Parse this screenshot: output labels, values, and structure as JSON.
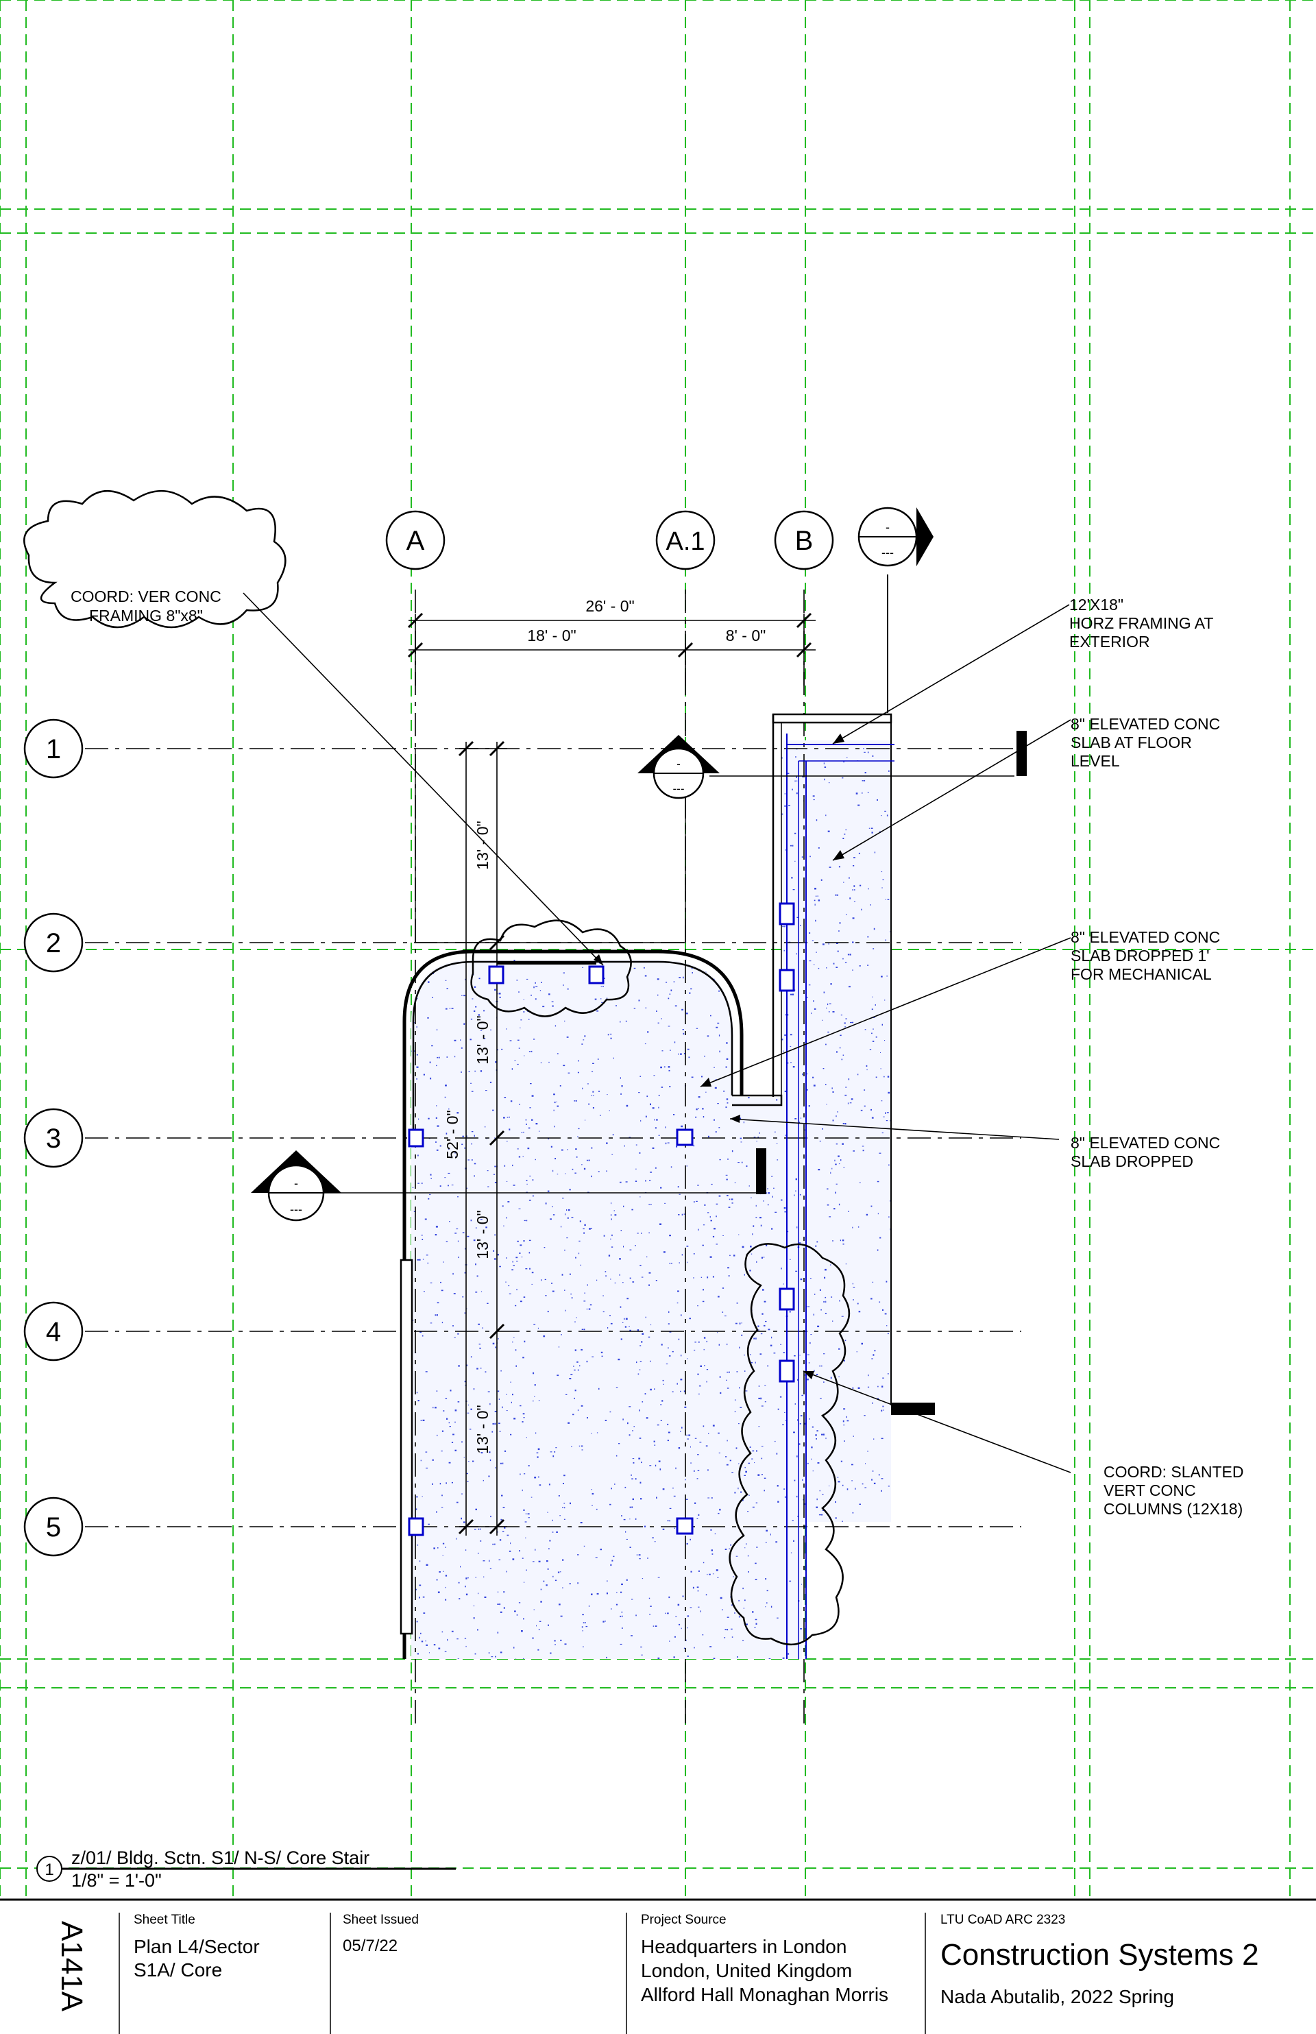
{
  "grid_columns": [
    {
      "label": "A"
    },
    {
      "label": "A.1"
    },
    {
      "label": "B"
    }
  ],
  "grid_rows": [
    {
      "label": "1"
    },
    {
      "label": "2"
    },
    {
      "label": "3"
    },
    {
      "label": "4"
    },
    {
      "label": "5"
    }
  ],
  "dimensions": {
    "overall": "26' - 0\"",
    "left_span": "18' - 0\"",
    "right_span": "8' - 0\"",
    "bay_1_2": "13' - 0\"",
    "bay_2_3": "13' - 0\"",
    "bay_3_4": "13' - 0\"",
    "bay_4_5": "13' - 0\"",
    "total_vertical": "52' - 0\""
  },
  "section_markers": {
    "top_right": {
      "top": "-",
      "bottom": "---"
    },
    "mid": {
      "top": "-",
      "bottom": "---"
    },
    "left": {
      "top": "-",
      "bottom": "---"
    }
  },
  "annotations": {
    "coord_ver_line1": "COORD: VER CONC",
    "coord_ver_line2": "FRAMING 8\"x8\"",
    "horz_framing": [
      "12'X18\"",
      "HORZ FRAMING AT",
      "EXTERIOR"
    ],
    "elevated_slab_floor": [
      "8\" ELEVATED CONC",
      "SLAB AT FLOOR",
      "LEVEL"
    ],
    "elevated_slab_dropped_mech": [
      "8\" ELEVATED CONC",
      "SLAB DROPPED 1'",
      "FOR MECHANICAL"
    ],
    "elevated_slab_dropped": [
      "8\" ELEVATED CONC",
      "SLAB DROPPED"
    ],
    "slanted_columns": [
      "COORD: SLANTED",
      "VERT CONC",
      "COLUMNS (12X18)"
    ]
  },
  "view_title": {
    "number": "1",
    "name": "z/01/ Bldg. Sctn. S1/ N-S/ Core Stair",
    "scale": "1/8\" = 1'-0\""
  },
  "title_block": {
    "sheet_number": "A141A",
    "sheet_title_label": "Sheet Title",
    "sheet_title_line1": "Plan L4/Sector",
    "sheet_title_line2": "S1A/ Core",
    "sheet_issued_label": "Sheet Issued",
    "sheet_issued_value": "05/7/22",
    "project_source_label": "Project Source",
    "project_line1": "Headquarters in London",
    "project_line2": "London, United Kingdom",
    "project_line3": "Allford Hall Monaghan Morris",
    "course_label": "LTU CoAD ARC 2323",
    "course_title": "Construction Systems 2",
    "author_line": "Nada Abutalib, 2022 Spring"
  },
  "colors": {
    "guide_lines": "#22bb22",
    "structure_blue": "#0000cc",
    "ink": "#000000"
  }
}
